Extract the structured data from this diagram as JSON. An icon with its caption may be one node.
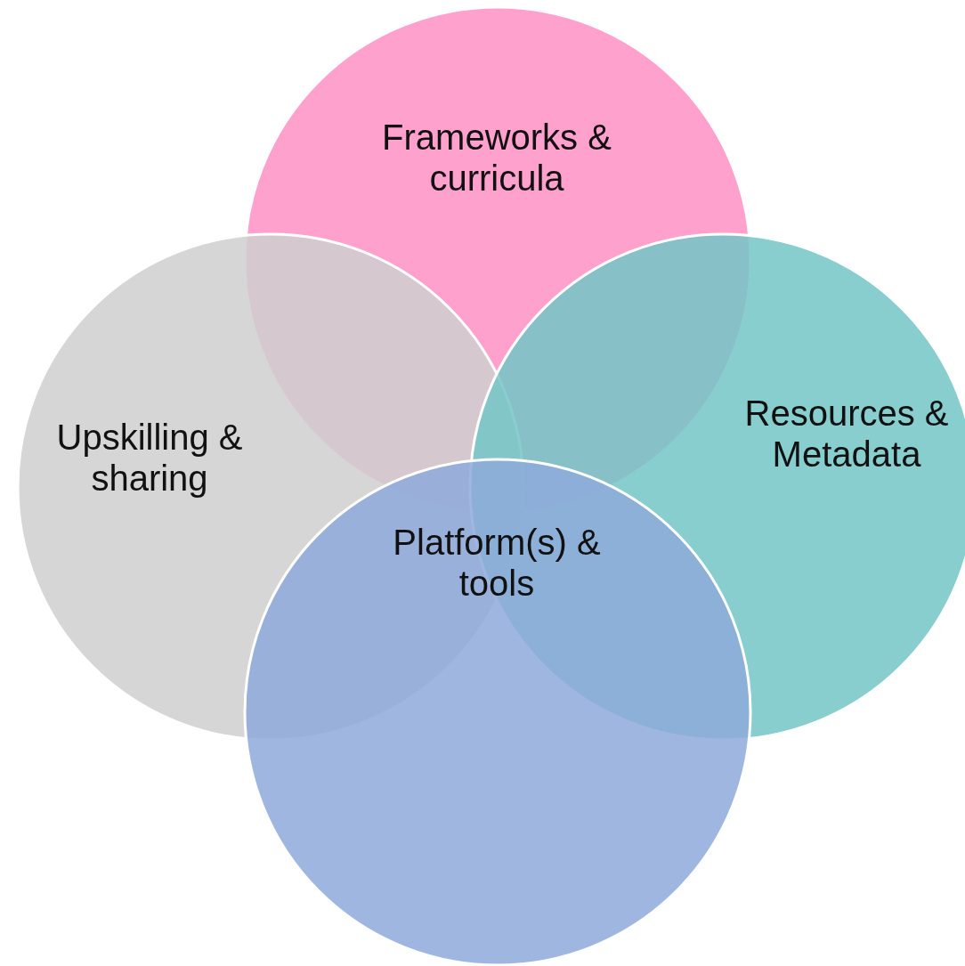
{
  "diagram": {
    "nodes": [
      {
        "text": [
          "Frameworks & curricula"
        ]
      },
      {
        "text": [
          "Upskilling & sharing"
        ]
      },
      {
        "text": [
          "Resources & Metadata"
        ]
      },
      {
        "text": [
          "Platform(s) & tools"
        ]
      }
    ]
  }
}
